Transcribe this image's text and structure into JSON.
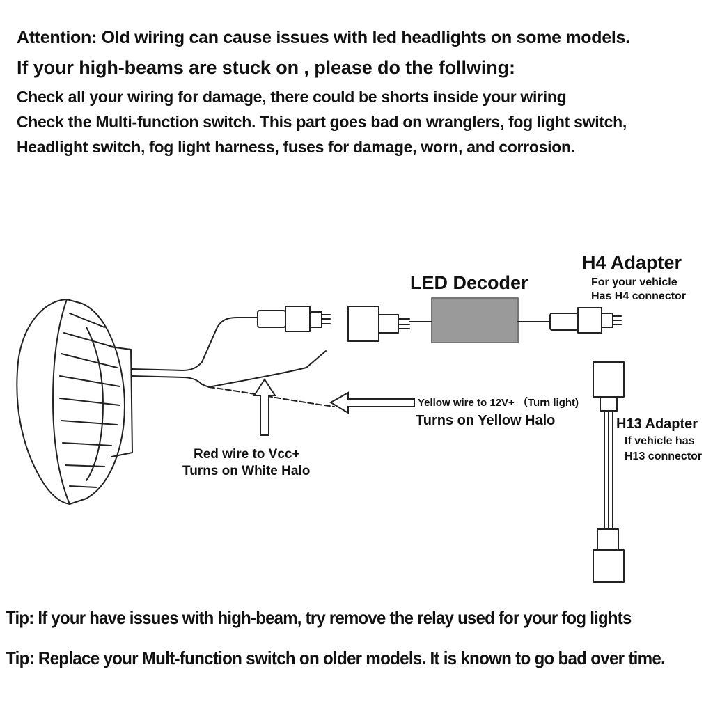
{
  "header": {
    "attention": "Attention: Old wiring can cause issues with led headlights on some models.",
    "high_beams": "If your high-beams are stuck on , please do the follwing:",
    "instructions": [
      "Check all your wiring for damage, there could be shorts inside your wiring",
      "Check the Multi-function switch. This part goes bad on wranglers, fog light switch,",
      "Headlight switch, fog light harness, fuses for damage, worn, and corrosion."
    ]
  },
  "diagram": {
    "led_decoder": "LED Decoder",
    "h4_adapter": {
      "title": "H4 Adapter",
      "line1": "For your vehicle",
      "line2": "Has H4 connector"
    },
    "h13_adapter": {
      "title": "H13 Adapter",
      "line1": "If vehicle has",
      "line2": "H13 connector"
    },
    "yellow_wire": {
      "label": "Yellow wire to 12V+ （Turn light)",
      "result": "Turns on Yellow Halo"
    },
    "red_wire": {
      "label": "Red wire to Vcc+",
      "result": "Turns on White Halo"
    }
  },
  "tips": [
    "Tip: If your have issues with high-beam, try remove the relay used for your fog lights",
    "Tip: Replace your Mult-function switch on older models. It is known to go bad over time."
  ]
}
